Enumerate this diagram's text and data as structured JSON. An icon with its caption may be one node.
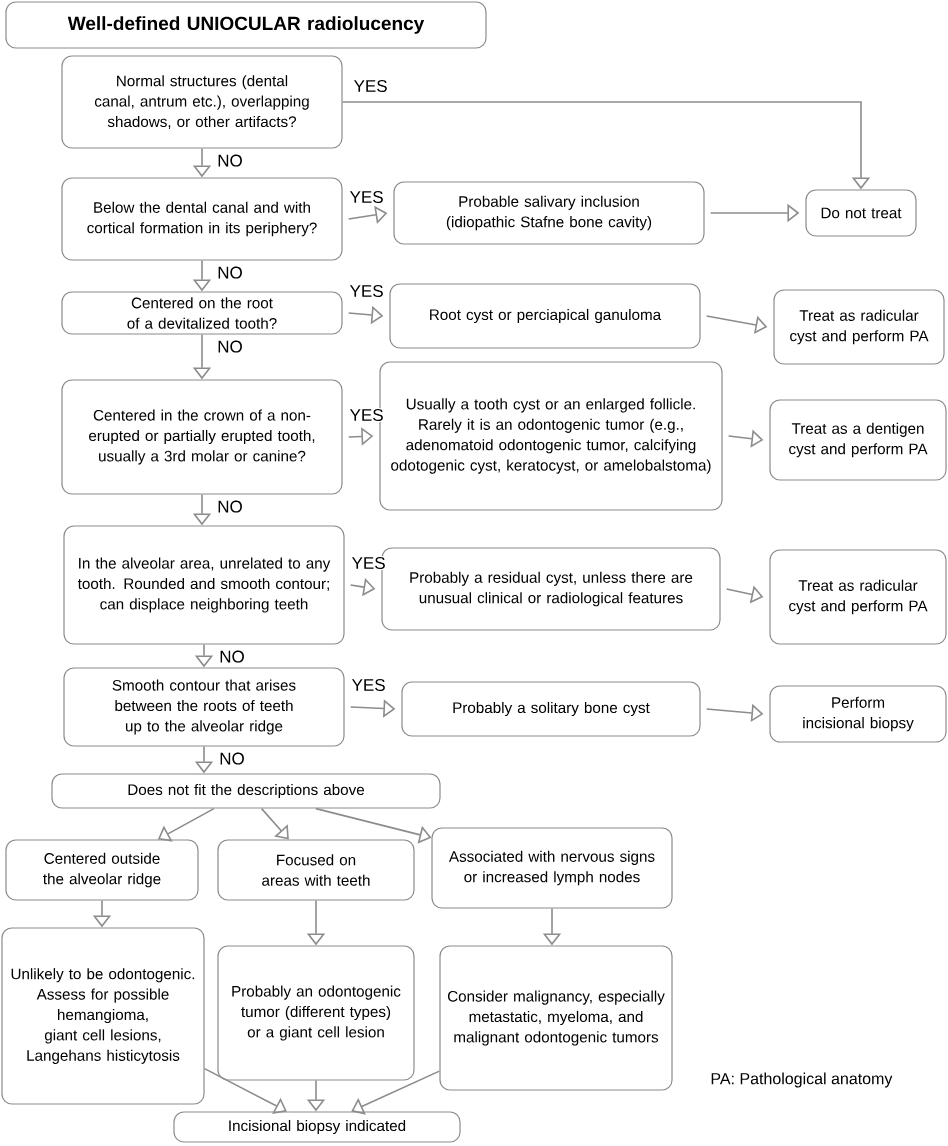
{
  "diagram": {
    "nodes": [
      {
        "text": [
          "Well-defined UNIOCULAR radiolucency"
        ]
      },
      {
        "text": [
          "Normal structures (dental canal, antrum etc.), overlapping shadows, or other artifacts?"
        ]
      },
      {
        "text": [
          "Below the dental canal and with cortical formation in its periphery?"
        ]
      },
      {
        "text": [
          "Probable salivary inclusion (idiopathic Stafne bone cavity)"
        ]
      },
      {
        "text": [
          "Do not treat"
        ]
      },
      {
        "text": [
          "Centered on the root of a devitalized tooth?"
        ]
      },
      {
        "text": [
          "Root cyst or perciapical ganuloma"
        ]
      },
      {
        "text": [
          "Treat as radicular cyst and perform PA"
        ]
      },
      {
        "text": [
          "Centered in the crown of a non-erupted or partially erupted tooth, usually a 3rd molar or canine?"
        ]
      },
      {
        "text": [
          "Usually a tooth cyst or an enlarged follicle. Rarely it is an odontogenic tumor (e.g., adenomatoid odontogenic tumor, calcifying odotogenic cyst, keratocyst, or amelobalstoma)"
        ]
      },
      {
        "text": [
          "Treat as a dentigen cyst and perform PA"
        ]
      },
      {
        "text": [
          "In the alveolar area, unrelated to any tooth. Rounded and smooth contour; can displace neighboring teeth"
        ]
      },
      {
        "text": [
          "Probably a residual cyst, unless there are unusual clinical or radiological features"
        ]
      },
      {
        "text": [
          "Treat as radicular cyst and perform PA"
        ]
      },
      {
        "text": [
          "Smooth contour that arises between the roots of teeth up to the alveolar ridge"
        ]
      },
      {
        "text": [
          "Probably a solitary bone cyst"
        ]
      },
      {
        "text": [
          "Perform incisional biopsy"
        ]
      },
      {
        "text": [
          "Does not fit the descriptions above"
        ]
      },
      {
        "text": [
          "Centered outside the alveolar ridge"
        ]
      },
      {
        "text": [
          "Focused on areas with teeth"
        ]
      },
      {
        "text": [
          "Associated with nervous signs or increased lymph nodes"
        ]
      },
      {
        "text": [
          "Unlikely to be odontogenic. Assess for possible hemangioma, giant cell lesions, Langehans histicytosis"
        ]
      },
      {
        "text": [
          "Probably an odontogenic tumor (different types) or a giant cell lesion"
        ]
      },
      {
        "text": [
          "Consider malignancy, especially metastatic, myeloma, and malignant odontogenic tumors"
        ]
      },
      {
        "text": [
          "Incisional biopsy indicated"
        ]
      }
    ],
    "edges": [
      {
        "from": 1,
        "to": 4,
        "arrow": "to",
        "label": "YES"
      },
      {
        "from": 1,
        "to": 2,
        "arrow": "to",
        "label": "NO"
      },
      {
        "from": 2,
        "to": 3,
        "arrow": "to",
        "label": "YES"
      },
      {
        "from": 3,
        "to": 4,
        "arrow": "to"
      },
      {
        "from": 2,
        "to": 5,
        "arrow": "to",
        "label": "NO"
      },
      {
        "from": 5,
        "to": 6,
        "arrow": "to",
        "label": "YES"
      },
      {
        "from": 6,
        "to": 7,
        "arrow": "to"
      },
      {
        "from": 5,
        "to": 8,
        "arrow": "to",
        "label": "NO"
      },
      {
        "from": 8,
        "to": 9,
        "arrow": "to",
        "label": "YES"
      },
      {
        "from": 9,
        "to": 10,
        "arrow": "to"
      },
      {
        "from": 8,
        "to": 11,
        "arrow": "to",
        "label": "NO"
      },
      {
        "from": 11,
        "to": 12,
        "arrow": "to",
        "label": "YES"
      },
      {
        "from": 12,
        "to": 13,
        "arrow": "to"
      },
      {
        "from": 11,
        "to": 14,
        "arrow": "to",
        "label": "NO"
      },
      {
        "from": 14,
        "to": 15,
        "arrow": "to",
        "label": "YES"
      },
      {
        "from": 15,
        "to": 16,
        "arrow": "to"
      },
      {
        "from": 14,
        "to": 17,
        "arrow": "to",
        "label": "NO"
      },
      {
        "from": 17,
        "to": 18,
        "arrow": "to"
      },
      {
        "from": 17,
        "to": 19,
        "arrow": "to"
      },
      {
        "from": 17,
        "to": 20,
        "arrow": "to"
      },
      {
        "from": 18,
        "to": 21,
        "arrow": "to"
      },
      {
        "from": 19,
        "to": 22,
        "arrow": "to"
      },
      {
        "from": 20,
        "to": 23,
        "arrow": "to"
      },
      {
        "from": 21,
        "to": 24,
        "arrow": "to"
      },
      {
        "from": 22,
        "to": 24,
        "arrow": "to"
      },
      {
        "from": 23,
        "to": 24,
        "arrow": "to"
      }
    ],
    "labels": [
      "PA: Pathological anatomy"
    ]
  }
}
